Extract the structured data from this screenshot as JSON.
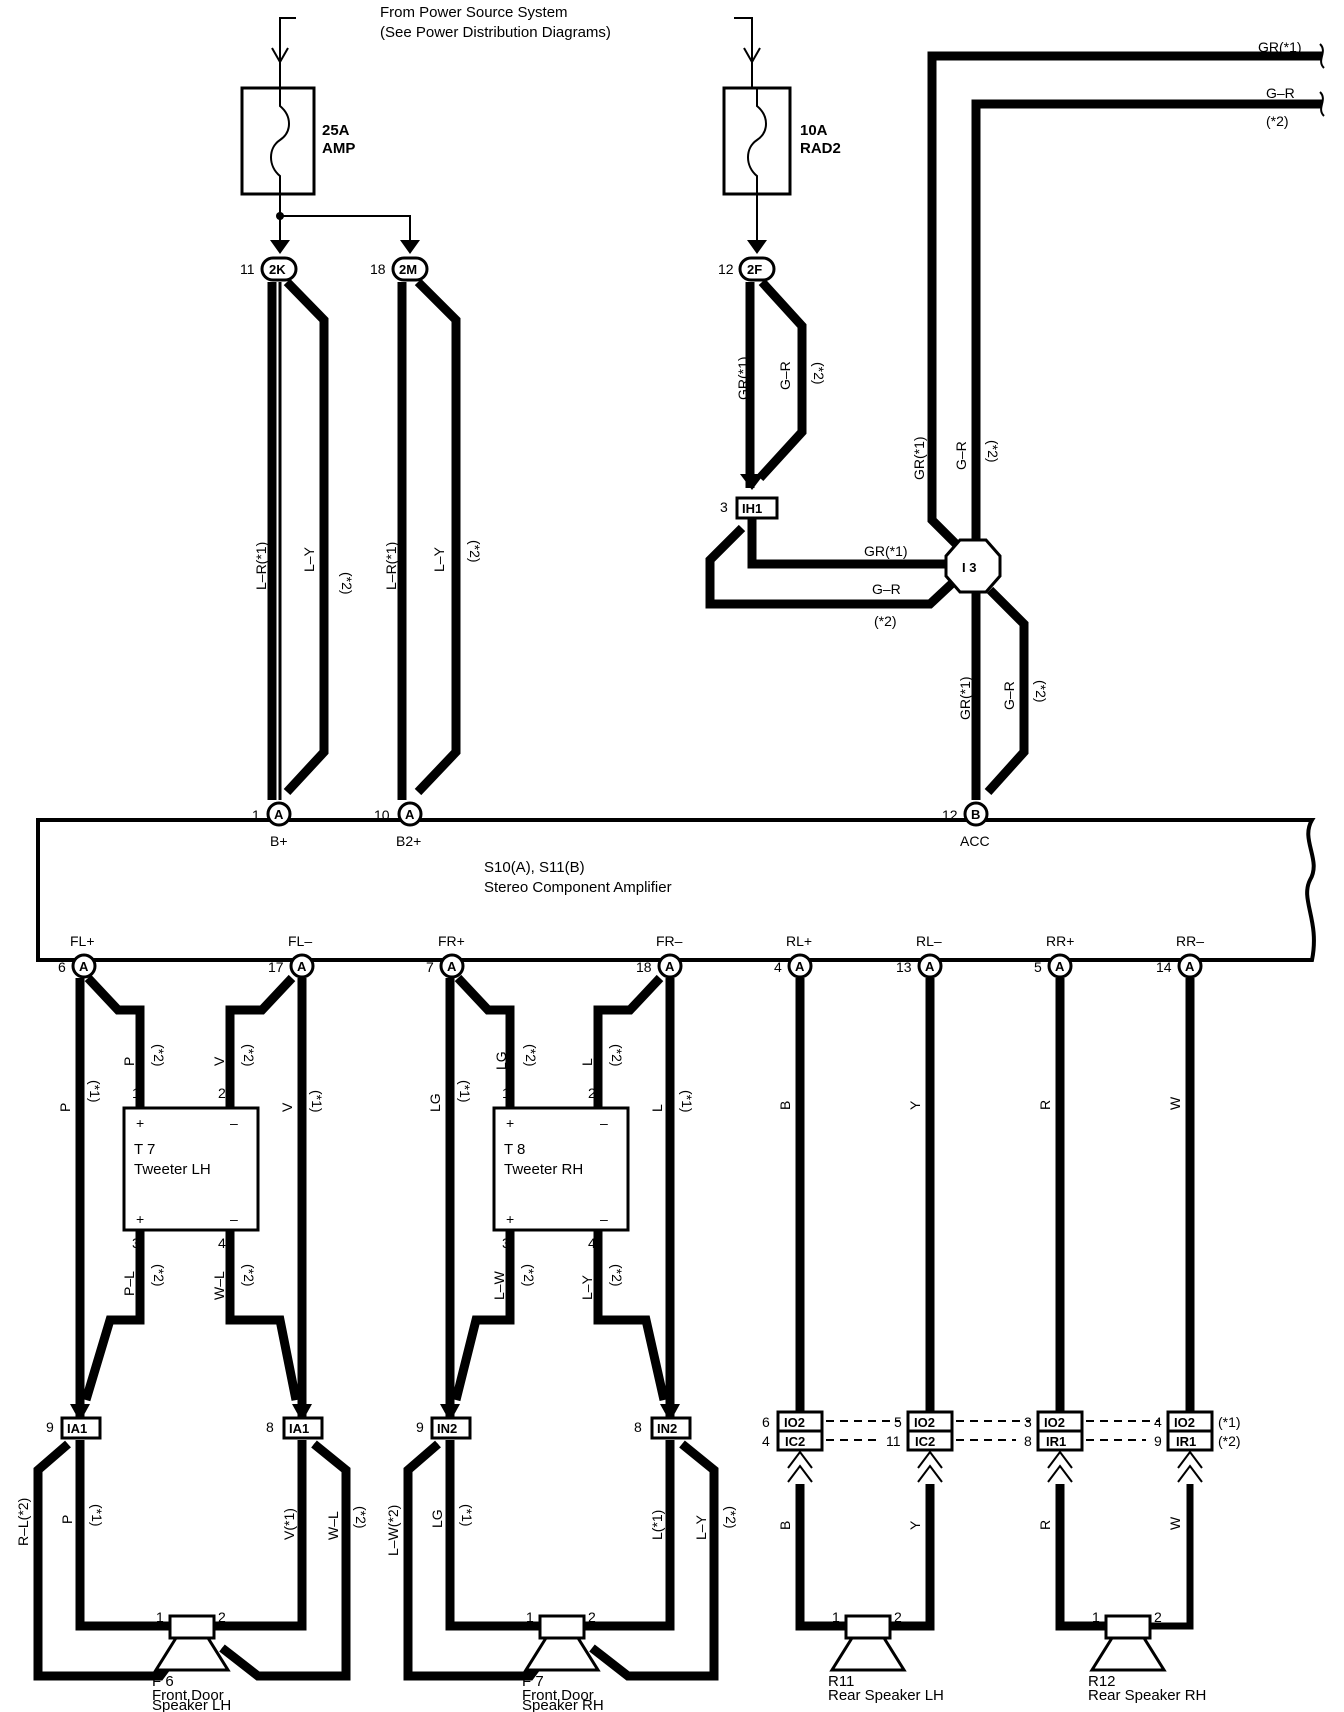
{
  "power": {
    "source_line1": "From Power Source System",
    "source_line2": "(See Power Distribution Diagrams)",
    "fuse1_amp": "25A",
    "fuse1_name": "AMP",
    "fuse2_amp": "10A",
    "fuse2_name": "RAD2"
  },
  "junctions": {
    "j2k_pin": "11",
    "j2k_label": "2K",
    "j2m_pin": "18",
    "j2m_label": "2M",
    "j2f_pin": "12",
    "j2f_label": "2F",
    "ih1_pin": "3",
    "ih1_label": "IH1",
    "i3_label": "I 3"
  },
  "wires": {
    "top_gr": "GR(*1)",
    "top_gr_r": "G–R",
    "top_star2": "(*2)",
    "lr1": "L–R(*1)",
    "ly": "L–Y",
    "star2": "(*2)",
    "star1": "(*1)",
    "gr1": "GR(*1)",
    "g_r": "G–R",
    "gr1_b": "GR(*1)"
  },
  "amp": {
    "name": "S10(A), S11(B)",
    "desc": "Stereo Component Amplifier",
    "pin_b_plus": "1",
    "lbl_b_plus": "B+",
    "pin_b2_plus": "10",
    "lbl_b2_plus": "B2+",
    "pin_acc": "12",
    "lbl_acc": "ACC",
    "conn_a": "A",
    "conn_b": "B"
  },
  "outputs": [
    {
      "label": "FL+",
      "pin": "6",
      "conn": "A"
    },
    {
      "label": "FL–",
      "pin": "17",
      "conn": "A"
    },
    {
      "label": "FR+",
      "pin": "7",
      "conn": "A"
    },
    {
      "label": "FR–",
      "pin": "18",
      "conn": "A"
    },
    {
      "label": "RL+",
      "pin": "4",
      "conn": "A"
    },
    {
      "label": "RL–",
      "pin": "13",
      "conn": "A"
    },
    {
      "label": "RR+",
      "pin": "5",
      "conn": "A"
    },
    {
      "label": "RR–",
      "pin": "14",
      "conn": "A"
    }
  ],
  "front_wires": {
    "p": "P",
    "v": "V",
    "lg": "LG",
    "l": "L",
    "p_l": "P–L",
    "w_l": "W–L",
    "l_w": "L–W",
    "l_y": "L–Y",
    "r_l2": "R–L(*2)",
    "v1": "V(*1)",
    "l_w2": "L–W(*2)",
    "l1": "L(*1)"
  },
  "tweeters": [
    {
      "id": "T 7",
      "name": "Tweeter LH",
      "p1": "1",
      "p2": "2",
      "p3": "3",
      "p4": "4",
      "plus": "+",
      "minus": "–"
    },
    {
      "id": "T 8",
      "name": "Tweeter RH",
      "p1": "1",
      "p2": "2",
      "p3": "3",
      "p4": "4",
      "plus": "+",
      "minus": "–"
    }
  ],
  "connectors": {
    "ia1": "IA1",
    "in2": "IN2",
    "ia1_left_pin": "9",
    "ia1_right_pin": "8",
    "in2_left_pin": "9",
    "in2_right_pin": "8",
    "io2": "IO2",
    "ic2": "IC2",
    "ir1": "IR1",
    "rl_pos_top": "6",
    "rl_pos_bot": "4",
    "rl_neg_top": "5",
    "rl_neg_bot": "11",
    "rr_pos_top": "3",
    "rr_pos_bot": "8",
    "rr_neg_top": "4",
    "rr_neg_bot": "9",
    "note1": "(*1)",
    "note2": "(*2)"
  },
  "rear_wires": {
    "b": "B",
    "y": "Y",
    "r": "R",
    "w": "W"
  },
  "speakers": [
    {
      "id": "F 6",
      "line1": "Front Door",
      "line2": "Speaker LH",
      "p1": "1",
      "p2": "2"
    },
    {
      "id": "F 7",
      "line1": "Front Door",
      "line2": "Speaker RH",
      "p1": "1",
      "p2": "2"
    },
    {
      "id": "R11",
      "line1": "Rear Speaker LH",
      "line2": "",
      "p1": "1",
      "p2": "2"
    },
    {
      "id": "R12",
      "line1": "Rear Speaker RH",
      "line2": "",
      "p1": "1",
      "p2": "2"
    }
  ]
}
